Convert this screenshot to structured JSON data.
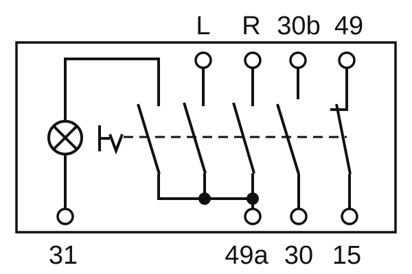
{
  "terminals_top": [
    {
      "id": "L",
      "label": "L"
    },
    {
      "id": "R",
      "label": "R"
    },
    {
      "id": "30b",
      "label": "30b"
    },
    {
      "id": "49",
      "label": "49"
    }
  ],
  "terminals_bottom": [
    {
      "id": "31",
      "label": "31"
    },
    {
      "id": "49a",
      "label": "49a"
    },
    {
      "id": "30",
      "label": "30"
    },
    {
      "id": "15",
      "label": "15"
    }
  ],
  "colors": {
    "line": "#111111",
    "background": "#ffffff"
  },
  "icons": [
    "indicator-lamp-icon",
    "thermal-actuator-icon",
    "junction-dot-icon",
    "terminal-icon"
  ]
}
